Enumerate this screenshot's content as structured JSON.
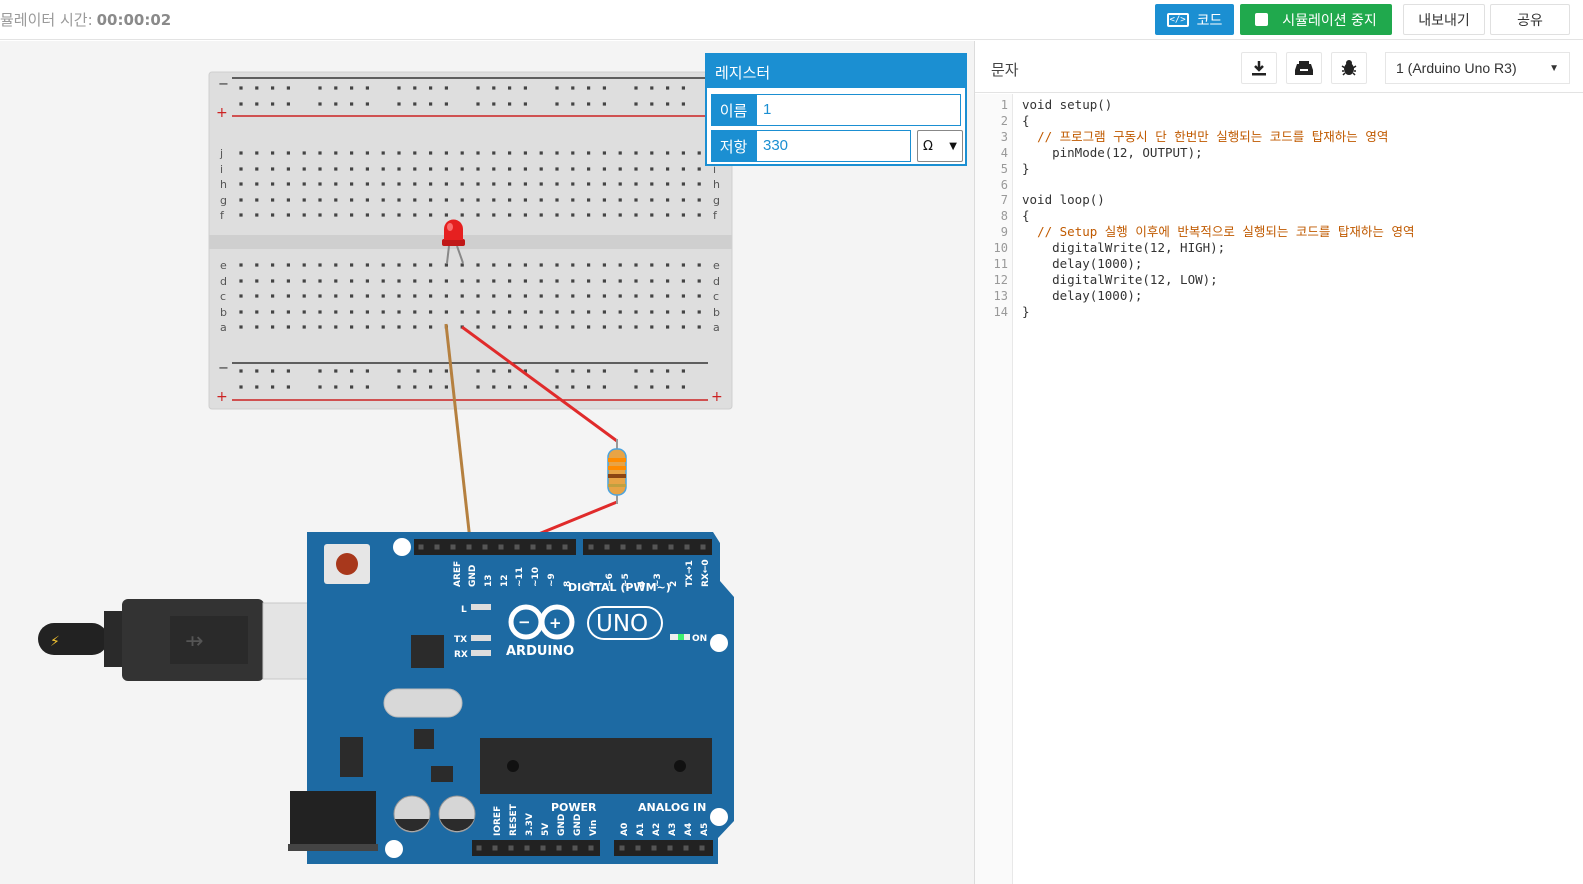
{
  "topbar": {
    "sim_time_label": "뮬레이터 시간:",
    "sim_time_value": "00:00:02",
    "code_button": "코드",
    "stop_button": "시뮬레이션 중지",
    "export_button": "내보내기",
    "share_button": "공유"
  },
  "inspector": {
    "title": "레지스터",
    "name_label": "이름",
    "name_value": "1",
    "resistance_label": "저항",
    "resistance_value": "330",
    "unit": "Ω"
  },
  "code_panel": {
    "mode_label": "문자",
    "board_select": "1 (Arduino Uno R3)",
    "tools": [
      "download-icon",
      "library-icon",
      "debug-bug-icon"
    ],
    "lines": [
      {
        "n": "1",
        "code": "void setup()",
        "comment": ""
      },
      {
        "n": "2",
        "code": "{",
        "comment": ""
      },
      {
        "n": "3",
        "code": "  ",
        "comment": "// 프로그램 구동시 단 한번만 실행되는 코드를 탑재하는 영역"
      },
      {
        "n": "4",
        "code": "    pinMode(12, OUTPUT);",
        "comment": ""
      },
      {
        "n": "5",
        "code": "}",
        "comment": ""
      },
      {
        "n": "6",
        "code": "",
        "comment": ""
      },
      {
        "n": "7",
        "code": "void loop()",
        "comment": ""
      },
      {
        "n": "8",
        "code": "{",
        "comment": ""
      },
      {
        "n": "9",
        "code": "  ",
        "comment": "// Setup 실행 이후에 반복적으로 실행되는 코드를 탑재하는 영역"
      },
      {
        "n": "10",
        "code": "    digitalWrite(12, HIGH);",
        "comment": ""
      },
      {
        "n": "11",
        "code": "    delay(1000);",
        "comment": ""
      },
      {
        "n": "12",
        "code": "    digitalWrite(12, LOW);",
        "comment": ""
      },
      {
        "n": "13",
        "code": "    delay(1000);",
        "comment": ""
      },
      {
        "n": "14",
        "code": "}",
        "comment": ""
      }
    ]
  },
  "breadboard": {
    "row_letters_top": [
      "j",
      "i",
      "h",
      "g",
      "f"
    ],
    "row_letters_bottom": [
      "e",
      "d",
      "c",
      "b",
      "a"
    ],
    "rail_minus": "−",
    "rail_plus": "+"
  },
  "arduino": {
    "brand": "ARDUINO",
    "model": "UNO",
    "digital_label": "DIGITAL (PWM~)",
    "power_label": "POWER",
    "analog_label": "ANALOG IN",
    "on_label": "ON",
    "l_label": "L",
    "tx_label": "TX",
    "rx_label": "RX",
    "top_pins": [
      "AREF",
      "GND",
      "13",
      "12",
      "~11",
      "~10",
      "~9",
      "8",
      "7",
      "~6",
      "~5",
      "4",
      "~3",
      "2",
      "TX→1",
      "RX←0"
    ],
    "power_pins": [
      "IOREF",
      "RESET",
      "3.3V",
      "5V",
      "GND",
      "GND",
      "Vin"
    ],
    "analog_pins": [
      "A0",
      "A1",
      "A2",
      "A3",
      "A4",
      "A5"
    ]
  },
  "colors": {
    "accent": "#1b8fd2",
    "stop_green": "#20a94d",
    "board_blue": "#1d6aa3",
    "wire_red": "#e02b2b",
    "wire_brown": "#b5803f"
  }
}
